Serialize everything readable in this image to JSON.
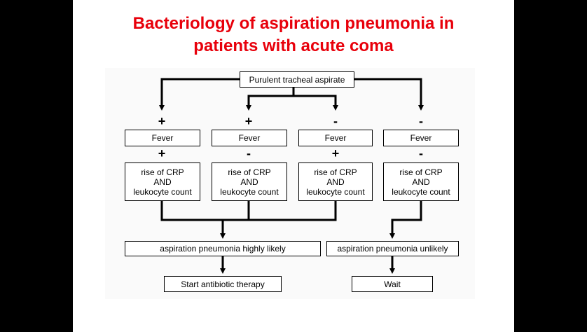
{
  "title": {
    "line1": "Bacteriology of aspiration pneumonia in",
    "line2": "patients with acute coma"
  },
  "diagram": {
    "root": "Purulent tracheal aspirate",
    "columns": [
      {
        "fever_sign": "+",
        "fever_label": "Fever",
        "crp_sign": "+",
        "crp_line1": "rise of CRP",
        "crp_line2": "AND",
        "crp_line3": "leukocyte count"
      },
      {
        "fever_sign": "+",
        "fever_label": "Fever",
        "crp_sign": "-",
        "crp_line1": "rise of CRP",
        "crp_line2": "AND",
        "crp_line3": "leukocyte count"
      },
      {
        "fever_sign": "-",
        "fever_label": "Fever",
        "crp_sign": "+",
        "crp_line1": "rise of CRP",
        "crp_line2": "AND",
        "crp_line3": "leukocyte count"
      },
      {
        "fever_sign": "-",
        "fever_label": "Fever",
        "crp_sign": "-",
        "crp_line1": "rise of CRP",
        "crp_line2": "AND",
        "crp_line3": "leukocyte count"
      }
    ],
    "outcome_likely": "aspiration pneumonia highly likely",
    "outcome_unlikely": "aspiration pneumonia unlikely",
    "action_likely": "Start antibiotic therapy",
    "action_unlikely": "Wait"
  }
}
